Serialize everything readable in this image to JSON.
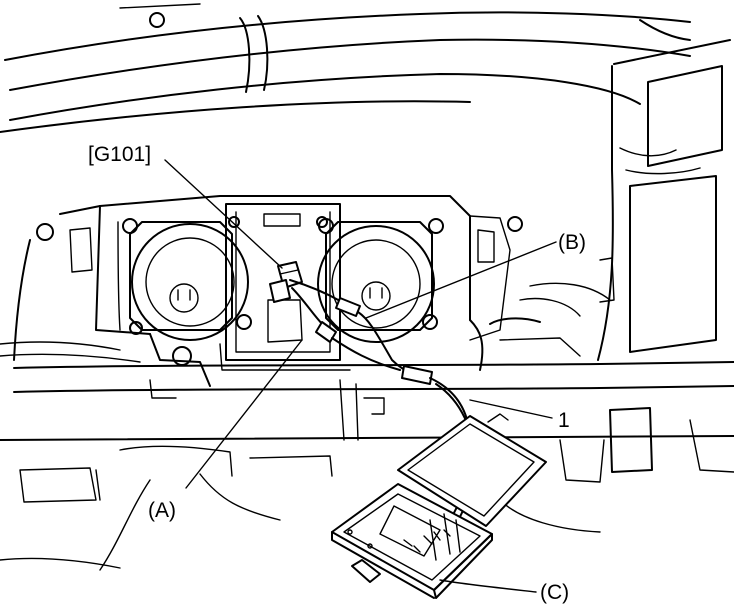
{
  "labels": {
    "connector": "[G101]",
    "lead_a": "(A)",
    "lead_b": "(B)",
    "harness": "1",
    "tester": "(C)"
  },
  "colors": {
    "line": "#000000",
    "background": "#ffffff"
  }
}
